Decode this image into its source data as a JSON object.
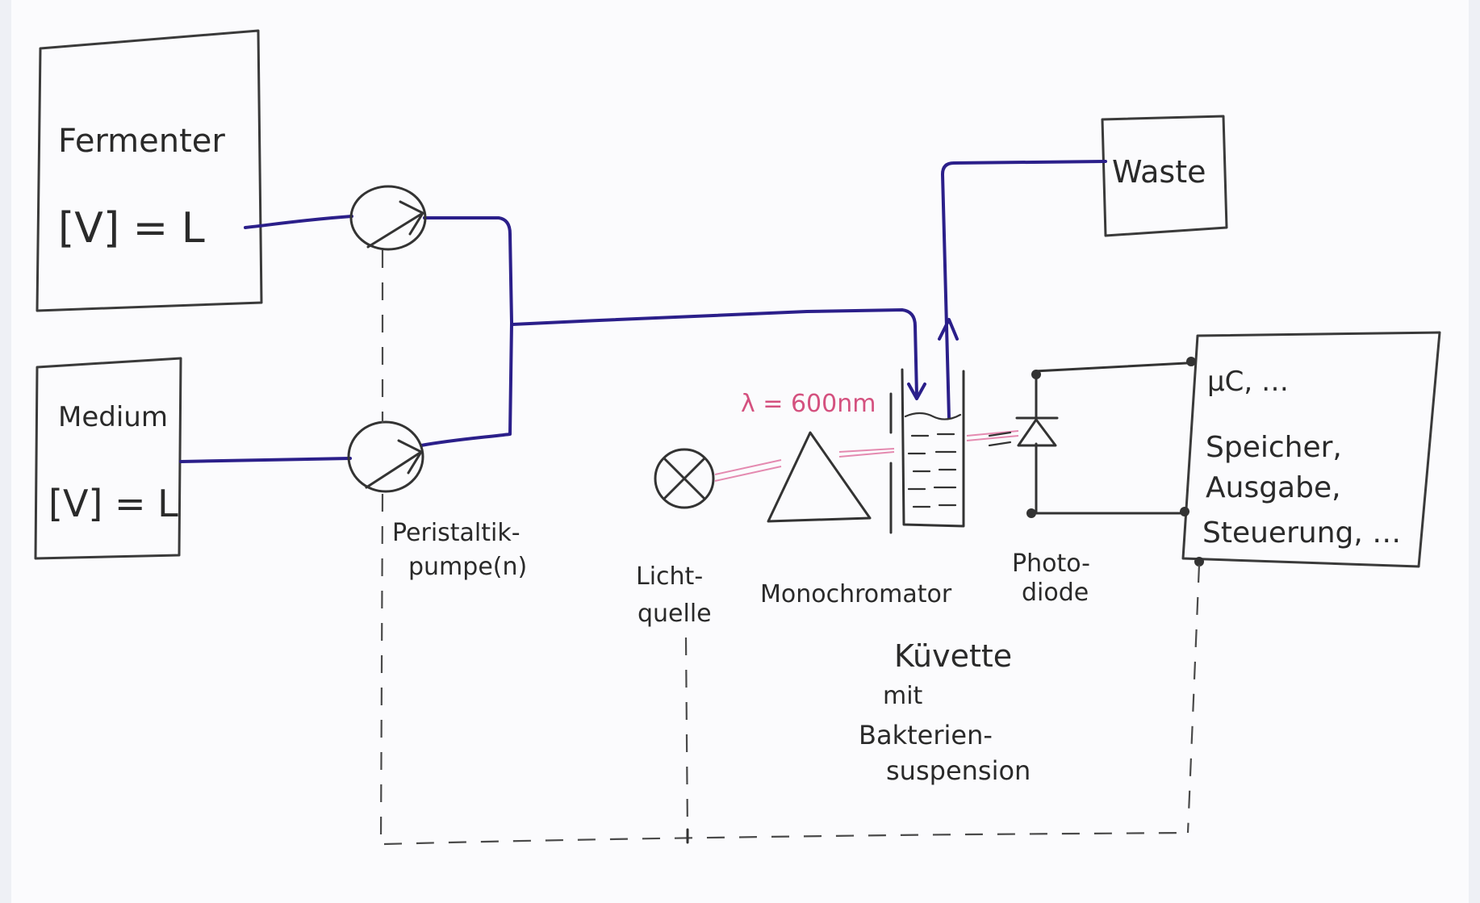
{
  "labels": {
    "fermenter_title": "Fermenter",
    "fermenter_volume": "[V] = L",
    "medium_title": "Medium",
    "medium_volume": "[V] = L",
    "waste": "Waste",
    "pump_line1": "Peristaltik-",
    "pump_line2": "pumpe(n)",
    "light_line1": "Licht-",
    "light_line2": "quelle",
    "monochromator": "Monochromator",
    "photodiode_line1": "Photo-",
    "photodiode_line2": "diode",
    "wavelength": "λ = 600nm",
    "cuvette_line1": "Küvette",
    "cuvette_line2": "mit",
    "cuvette_line3": "Bakterien-",
    "cuvette_line4": "suspension",
    "controller_line1": "µC, …",
    "controller_line2": "Speicher,",
    "controller_line3": "Ausgabe,",
    "controller_line4": "Steuerung, …"
  },
  "colors": {
    "ink": "#333333",
    "tubing": "#2b1f8a",
    "laser": "#d4517f",
    "background": "#fbfbfd"
  }
}
